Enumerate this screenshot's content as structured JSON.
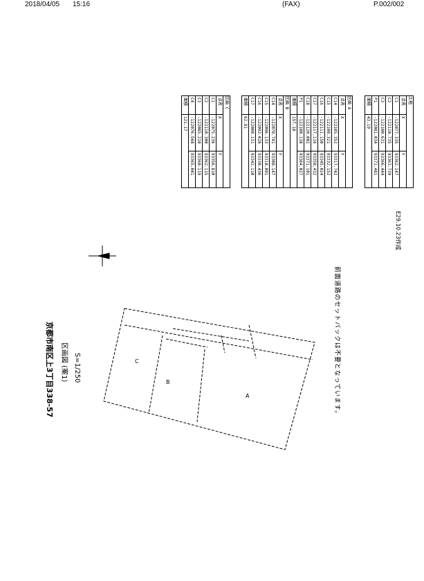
{
  "header": {
    "date": "2018/04/05",
    "time": "15:16",
    "type": "(FAX)",
    "page": "P.002/002"
  },
  "drawing": {
    "title": "京都市南区上3丁目338-57",
    "subtitle": "区画図 (案1)",
    "scale": "S=1/250",
    "note": "前面道路のセットバックは不要となっています。",
    "created": "E29.10.23作成",
    "lot_labels": [
      "A",
      "B",
      "C"
    ]
  },
  "tables": [
    {
      "title": "土地",
      "headers": [
        "点名",
        "X",
        "Y"
      ],
      "rows": [
        [
          "C1",
          "-122077.335",
          "93362.147"
        ],
        [
          "C2",
          "-122110.735",
          "93363.739"
        ],
        [
          "C3",
          "-122100.631",
          "93366.444"
        ],
        [
          "P1",
          "-122081.034",
          "93371.481"
        ]
      ],
      "footer": [
        "面積",
        "43.19"
      ]
    },
    {
      "title": "区画 A",
      "headers": [
        "点名",
        "X",
        "Y"
      ],
      "rows": [
        [
          "C14",
          "-122105.352",
          "93317.742"
        ],
        [
          "C15",
          "-122108.321",
          "93332.152"
        ],
        [
          "C16",
          "-122111.150",
          "93345.024"
        ],
        [
          "C17",
          "-122117.116",
          "93358.432"
        ],
        [
          "C18",
          "-122120.002",
          "93371.101"
        ],
        [
          "P1",
          "-122100.138",
          "93364.027"
        ]
      ],
      "footer": [
        "面積",
        "157.18"
      ]
    },
    {
      "title": "区画 B",
      "headers": [
        "点名",
        "X",
        "Y"
      ],
      "rows": [
        [
          "C14",
          "-122078.741",
          "93308.147"
        ],
        [
          "C15",
          "-122096.133",
          "93318.091"
        ],
        [
          "C16",
          "-122092.028",
          "93330.436"
        ],
        [
          "C17",
          "-122080.131",
          "93342.110"
        ]
      ],
      "footer": [
        "面積",
        "62.81"
      ]
    },
    {
      "title": "区画 C",
      "headers": [
        "点名",
        "X",
        "Y"
      ],
      "rows": [
        [
          "C1",
          "-122075.236",
          "93356.810"
        ],
        [
          "C2",
          "-122110.300",
          "93362.115"
        ],
        [
          "C3",
          "-122085.210",
          "93360.119"
        ],
        [
          "C4",
          "-122076.568",
          "93365.041"
        ]
      ],
      "footer": [
        "面積",
        "121.17"
      ]
    }
  ]
}
